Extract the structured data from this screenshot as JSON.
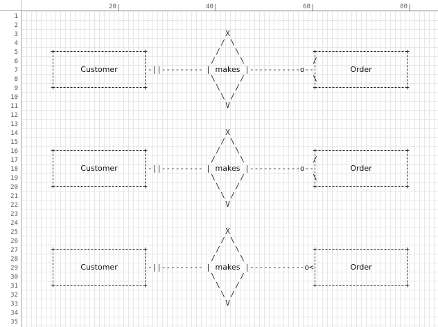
{
  "ruler": {
    "columns": [
      "20",
      "40",
      "60",
      "80"
    ],
    "rows": [
      "1",
      "2",
      "3",
      "4",
      "5",
      "6",
      "7",
      "8",
      "9",
      "10",
      "11",
      "12",
      "13",
      "14",
      "15",
      "16",
      "17",
      "18",
      "19",
      "20",
      "21",
      "22",
      "23",
      "24",
      "25",
      "26",
      "27",
      "28",
      "29",
      "30",
      "31",
      "32",
      "33",
      "34",
      "35"
    ]
  },
  "diagrams": [
    {
      "diamond_top": "X",
      "diamond_bottom": "V",
      "left_entity": "Customer",
      "relationship": "makes",
      "right_entity": "Order",
      "left_connector": "-||---------",
      "right_connector": "-----------o--"
    },
    {
      "diamond_top": "X",
      "diamond_bottom": "V",
      "left_entity": "Customer",
      "relationship": "makes",
      "right_entity": "Order",
      "left_connector": "-||---------",
      "right_connector": "-----------o--"
    },
    {
      "diamond_top": "X",
      "diamond_bottom": "V",
      "left_entity": "Customer",
      "relationship": "makes",
      "right_entity": "Order",
      "left_connector": "-||---------",
      "right_connector": "------------o<"
    }
  ]
}
